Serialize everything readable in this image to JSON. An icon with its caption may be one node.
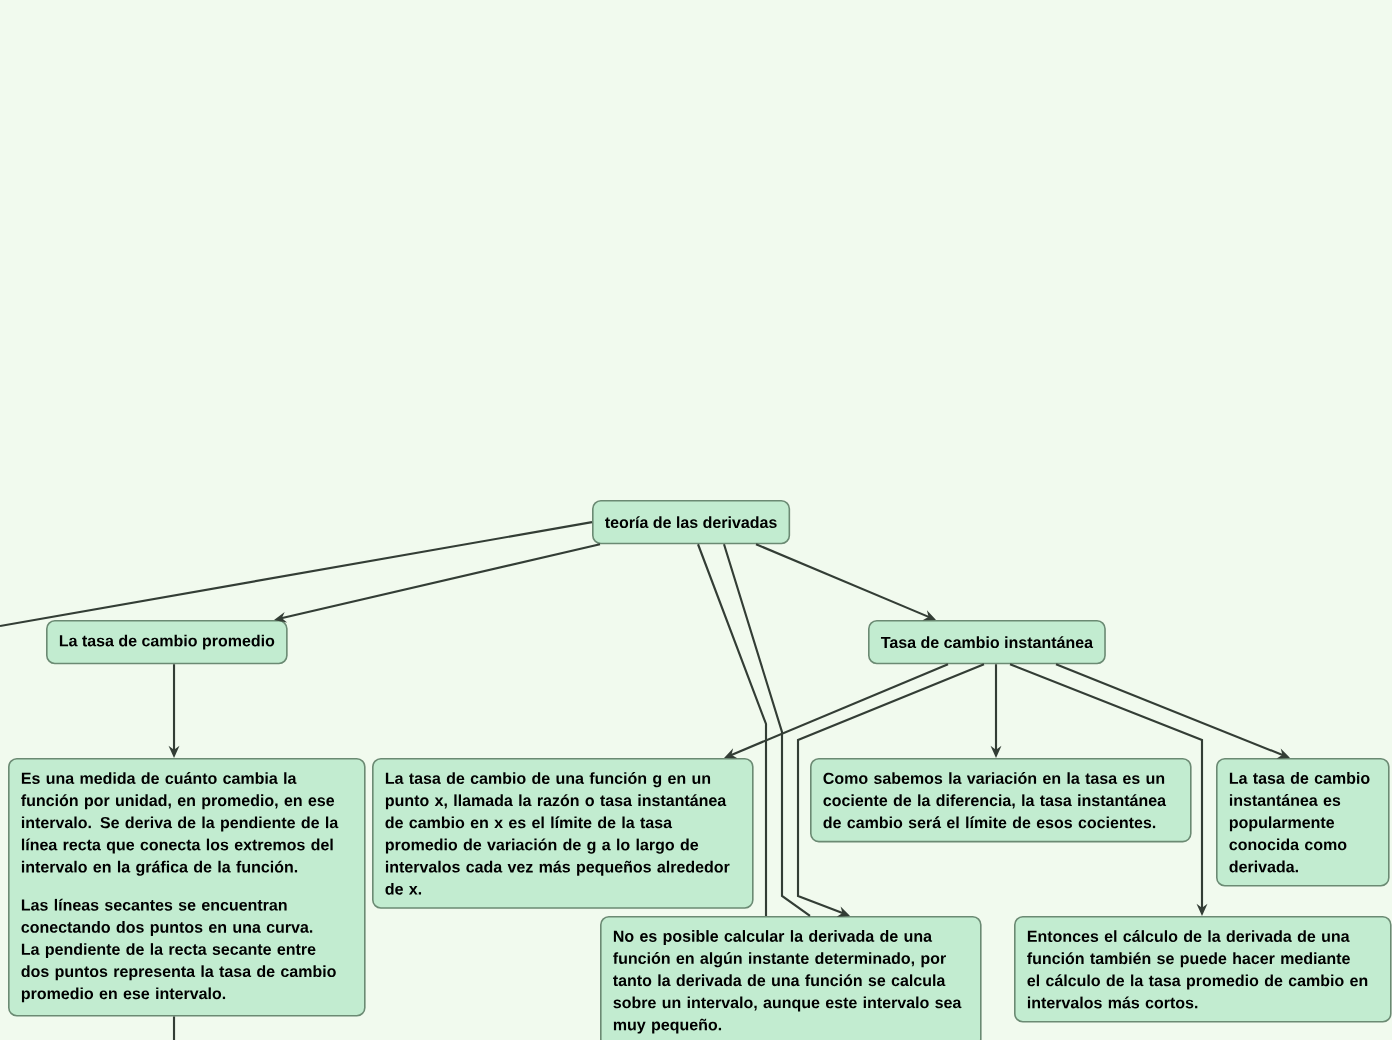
{
  "diagram": {
    "nodes": [
      {
        "text": [
          "teoría de las derivadas"
        ]
      },
      {
        "text": [
          "La tasa de cambio promedio"
        ]
      },
      {
        "text": [
          "Tasa de cambio instantánea"
        ]
      },
      {
        "text": [
          "Es una medida de cuánto cambia la función por unidad, en promedio, en ese intervalo. Se deriva de la pendiente de la línea recta que conecta los extremos del intervalo en la gráfica de la función.",
          "Las líneas secantes se encuentran conectando dos puntos en una curva. La pendiente de la recta secante entre dos puntos representa la tasa de cambio promedio en ese intervalo."
        ]
      },
      {
        "text": [
          "La tasa de cambio de una función g en un punto x, llamada la razón o tasa instantánea de cambio en x es el límite de la tasa promedio de variación de g a lo largo de intervalos cada vez más pequeños alrededor de x."
        ]
      },
      {
        "text": [
          "Como sabemos la variación en la tasa es un cociente de la diferencia, la tasa instantánea de cambio será el límite de esos cocientes."
        ]
      },
      {
        "text": [
          "La tasa de cambio instantánea es popularmente conocida como derivada."
        ]
      },
      {
        "text": [
          "No es posible calcular la derivada de una función en algún instante determinado, por tanto la derivada de una función se calcula sobre un intervalo, aunque este intervalo sea muy pequeño."
        ]
      },
      {
        "text": [
          "Entonces el cálculo de la derivada de una función también se puede hacer mediante el cálculo de la tasa promedio de cambio en intervalos más cortos."
        ]
      }
    ],
    "edges": [
      {
        "from": 0,
        "to": null,
        "arrow": "none"
      },
      {
        "from": 0,
        "to": 1,
        "arrow": "to"
      },
      {
        "from": 0,
        "to": 2,
        "arrow": "to"
      },
      {
        "from": 0,
        "to": 7,
        "arrow": "none"
      },
      {
        "from": 0,
        "to": 7,
        "arrow": "none"
      },
      {
        "from": 1,
        "to": 3,
        "arrow": "to"
      },
      {
        "from": 3,
        "to": null,
        "arrow": "none"
      },
      {
        "from": 2,
        "to": 4,
        "arrow": "to"
      },
      {
        "from": 2,
        "to": 7,
        "arrow": "to"
      },
      {
        "from": 2,
        "to": 5,
        "arrow": "to"
      },
      {
        "from": 2,
        "to": 8,
        "arrow": "to"
      },
      {
        "from": 2,
        "to": 6,
        "arrow": "to"
      }
    ]
  }
}
